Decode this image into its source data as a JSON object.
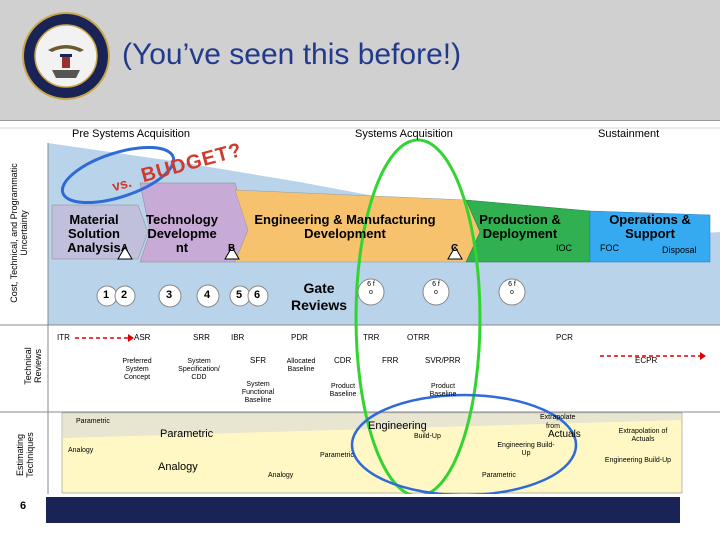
{
  "slide": {
    "title": "(You’ve seen this before!)",
    "page_number": "6",
    "logo_name": "navy-cost-seal"
  },
  "header": {
    "pre_acquisition": "Pre Systems Acquisition",
    "acquisition": "Systems Acquisition",
    "sustainment": "Sustainment"
  },
  "side_labels": {
    "uncertainty": "Cost, Technical, and Programmatic Uncertainty",
    "reviews": "Technical Reviews",
    "estimating": "Estimating Techniques"
  },
  "annotations": {
    "vs": "vs.",
    "budget": "BUDGET?"
  },
  "phases": {
    "msa": "Material Solution Analysis",
    "td": "Technology Developme nt",
    "emd": "Engineering & Manufacturing Development",
    "pd": "Production & Deployment",
    "os": "Operations & Support"
  },
  "milestones": {
    "a": "A",
    "b": "B",
    "c": "C"
  },
  "phase_labels": {
    "ioc": "IOC",
    "foc": "FOC",
    "disposal": "Disposal"
  },
  "gates": {
    "n1": "1",
    "n2": "2",
    "n3": "3",
    "n4": "4",
    "n5": "5",
    "n6": "6",
    "gate_reviews": "Gate Reviews",
    "n6b": "6 f o",
    "n6c": "6 f o",
    "n6d": "6 f o"
  },
  "reviews": {
    "itr": "ITR",
    "asr": "ASR",
    "srr": "SRR",
    "ibr": "IBR",
    "pdr": "PDR",
    "trr": "TRR",
    "otrr": "OTRR",
    "pcr": "PCR",
    "sfr": "SFR",
    "cdr": "CDR",
    "frr": "FRR",
    "svr_prr": "SVR/PRR",
    "ecpr": "ECPR"
  },
  "baselines": {
    "preferred_concept": "Preferred System Concept",
    "spec_cdd": "System Specification/ CDD",
    "allocated": "Allocated Baseline",
    "functional": "System Functional Baseline",
    "product1": "Product Baseline",
    "product2": "Product Baseline"
  },
  "estimating": {
    "parametric_sm": "Parametric",
    "analogy_sm": "Analogy",
    "parametric_lg": "Parametric",
    "analogy_lg": "Analogy",
    "engineering": "Engineering",
    "build_up": "Build-Up",
    "parametric_mid": "Parametric",
    "analogy_low": "Analogy",
    "extrapolate": "Extrapolate",
    "from": "from",
    "actuals": "Actuals",
    "engineering_bu": "Engineering Build-Up",
    "parametric_low": "Parametric",
    "extrapolation": "Extrapolation of Actuals",
    "engineering_bu2": "Engineering Build-Up"
  },
  "colors": {
    "msa": "#b6b6d9",
    "td": "#c9aed6",
    "emd": "#f7c46d",
    "pd": "#2fb050",
    "os": "#33aaf0",
    "uncertainty_band": "#a9c8e8",
    "highlight_blue": "#2f6bd8",
    "highlight_green": "#31d431",
    "title_bar": "#d0d0d0",
    "estimating_band": "#fff7bd"
  }
}
